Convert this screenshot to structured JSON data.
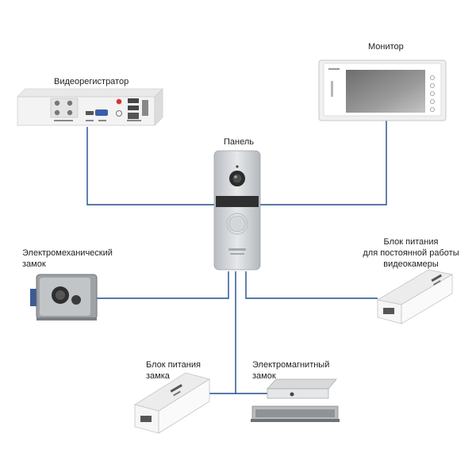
{
  "labels": {
    "dvr": "Видеорегистратор",
    "monitor": "Монитор",
    "panel": "Панель",
    "emech_lock_1": "Электромеханический",
    "emech_lock_2": "замок",
    "psu_cam_1": "Блок питания",
    "psu_cam_2": "для постоянной работы",
    "psu_cam_3": "видеокамеры",
    "psu_lock_1": "Блок питания",
    "psu_lock_2": "замка",
    "emag_lock_1": "Электромагнитный",
    "emag_lock_2": "замок"
  },
  "colors": {
    "wire": "#1f4e8c",
    "device_body": "#f2f2f2",
    "device_edge": "#c8c8c8",
    "panel_silver": "#c9ccd0",
    "dark": "#2a2a2a"
  }
}
